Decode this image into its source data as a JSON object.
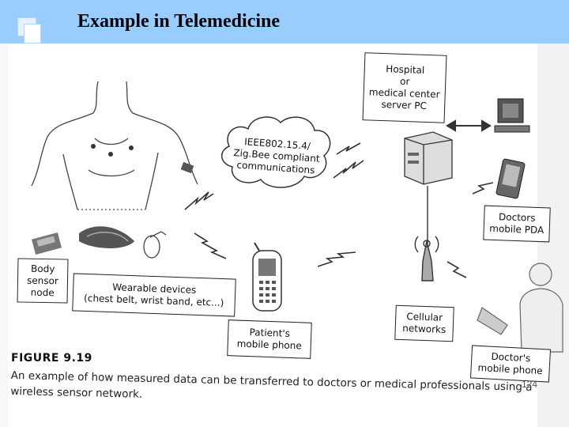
{
  "slide": {
    "title": "Example in Telemedicine",
    "page_number": "124"
  },
  "figure": {
    "number": "FIGURE 9.19",
    "caption": "An example of how measured data can be transferred to doctors or medical professionals using a wireless sensor network.",
    "labels": {
      "hospital": "Hospital\nor\nmedical center\nserver PC",
      "network_cloud": "IEEE802.15.4/\nZig.Bee compliant\ncommunications",
      "doctors_pda": "Doctors\nmobile PDA",
      "body_sensor": "Body\nsensor\nnode",
      "wearable": "Wearable devices\n(chest belt, wrist band, etc...)",
      "patient_phone": "Patient's\nmobile phone",
      "cellular": "Cellular\nnetworks",
      "doctor_phone": "Doctor's\nmobile phone"
    }
  }
}
